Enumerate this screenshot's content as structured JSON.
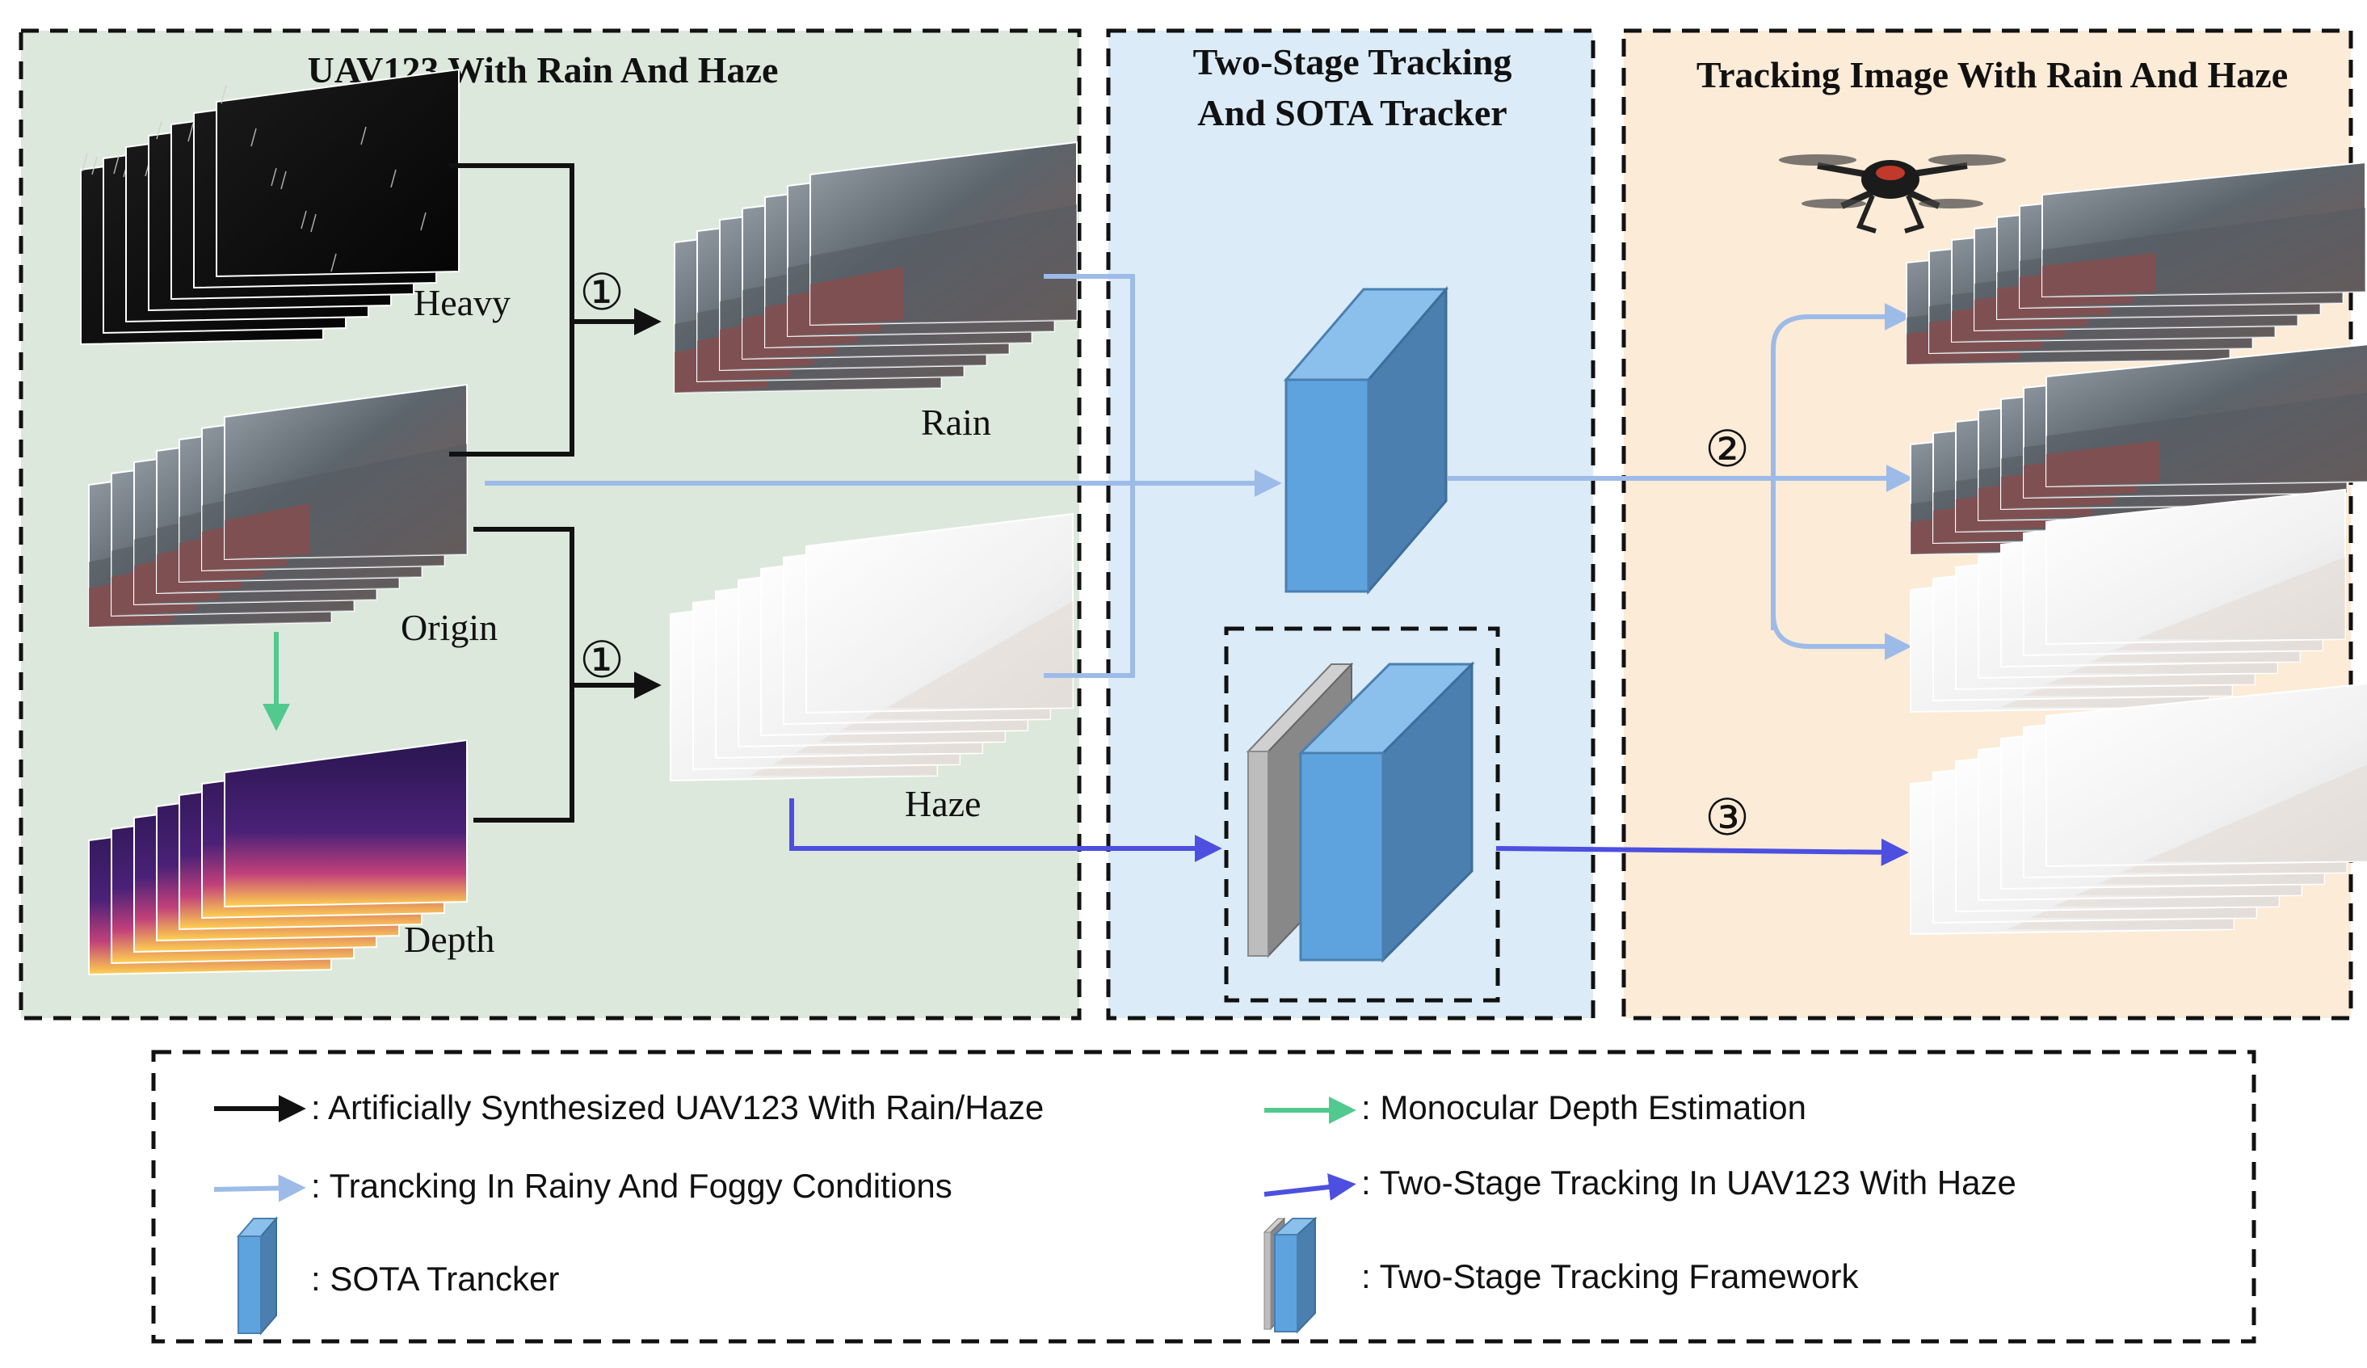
{
  "panels": {
    "left_title": "UAV123 With Rain And Haze",
    "middle_title_line1": "Two-Stage Tracking",
    "middle_title_line2": "And SOTA Tracker",
    "right_title": "Tracking Image With Rain And Haze"
  },
  "labels": {
    "heavy": "Heavy",
    "rain": "Rain",
    "origin": "Origin",
    "haze": "Haze",
    "depth": "Depth"
  },
  "step_markers": {
    "step1": "①",
    "step2": "②",
    "step3": "③"
  },
  "legend": {
    "black_arrow": ": Artificially Synthesized UAV123 With Rain/Haze",
    "light_blue_arrow": ": Trancking In Rainy And Foggy Conditions",
    "sota_box": ": SOTA Trancker",
    "green_arrow": ": Monocular Depth Estimation",
    "dark_blue_arrow": ": Two-Stage Tracking In UAV123 With Haze",
    "two_stage_box": ": Two-Stage Tracking Framework"
  },
  "colors": {
    "left_panel_bg": "#dde8dc",
    "middle_panel_bg": "#dbebf7",
    "right_panel_bg": "#fcebd6",
    "black_arrow": "#111111",
    "light_blue_arrow": "#9dbbe8",
    "dark_blue_arrow": "#4c4fe0",
    "green_arrow": "#52c98e",
    "box_front": "#5fa3de",
    "box_side": "#4a7fb0",
    "box_top": "#8cc0ec",
    "gray_plate": "#9a9a9a"
  }
}
